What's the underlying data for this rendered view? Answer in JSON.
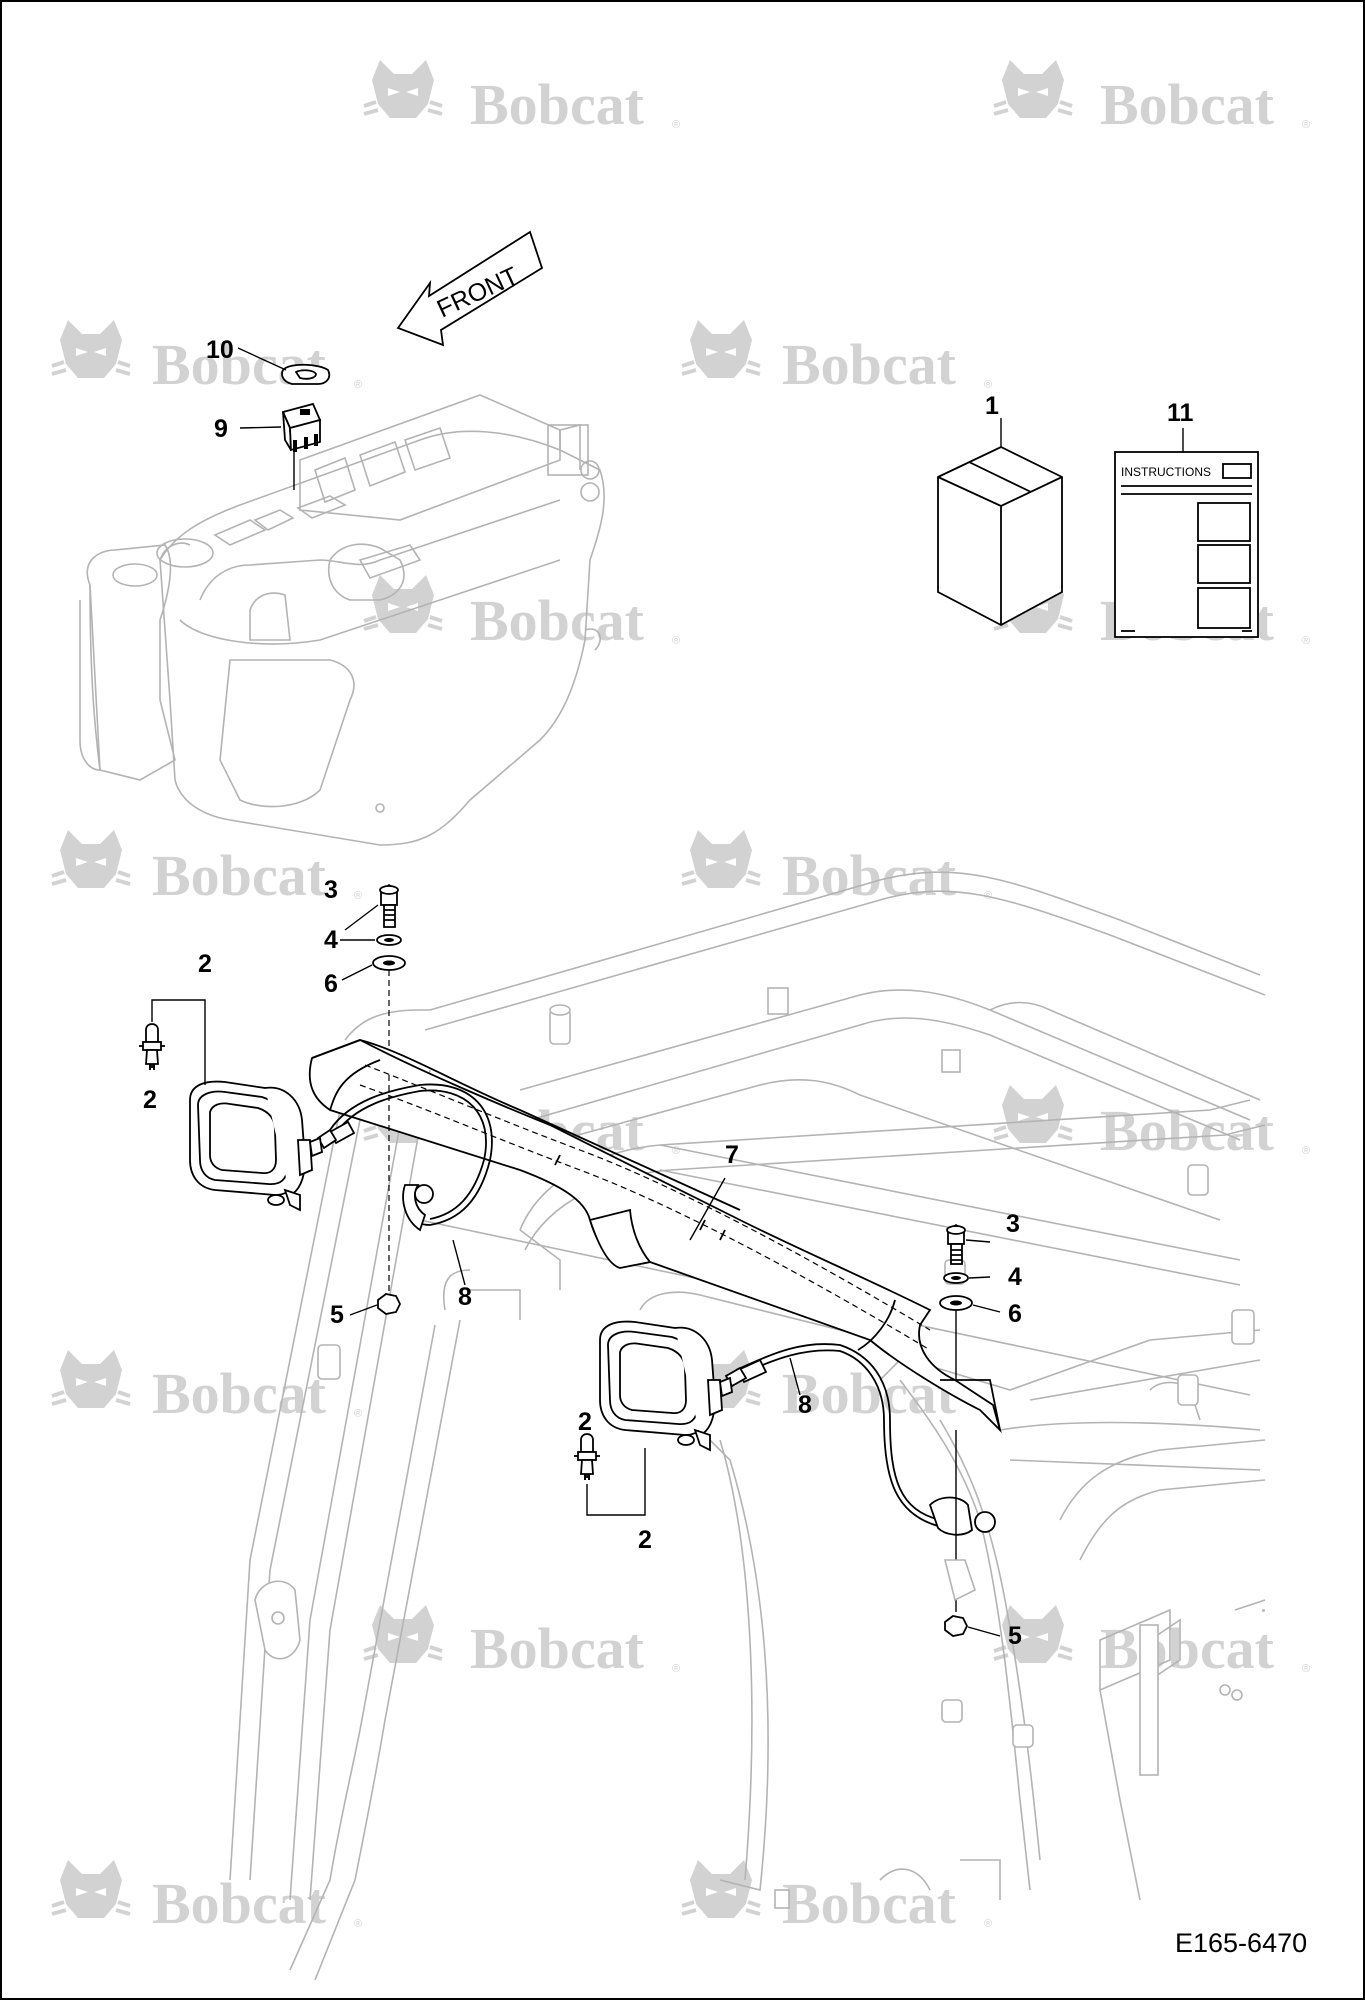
{
  "watermark": {
    "brand": "Bobcat",
    "mark": "®"
  },
  "orientation_arrow": {
    "label": "FRONT"
  },
  "callouts": {
    "c1": "1",
    "c2a": "2",
    "c2b": "2",
    "c2c": "2",
    "c2d": "2",
    "c3a": "3",
    "c3b": "3",
    "c4a": "4",
    "c4b": "4",
    "c5a": "5",
    "c5b": "5",
    "c6a": "6",
    "c6b": "6",
    "c7": "7",
    "c8a": "8",
    "c8b": "8",
    "c9": "9",
    "c10": "10",
    "c11": "11"
  },
  "instruction_sheet": {
    "title": "INSTRUCTIONS"
  },
  "document_id": "E165-6470",
  "colors": {
    "linework": "#000000",
    "ghost_linework": "#b3b3b3",
    "watermark": "#d2d2d2"
  }
}
